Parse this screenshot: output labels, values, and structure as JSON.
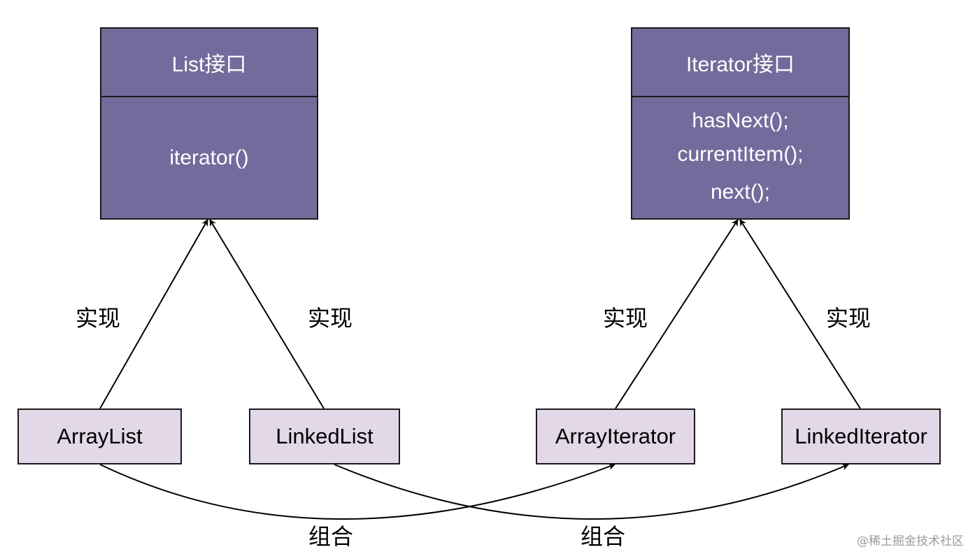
{
  "list_interface": {
    "title": "List接口",
    "methods": [
      "iterator()"
    ]
  },
  "iterator_interface": {
    "title": "Iterator接口",
    "methods": [
      "hasNext();",
      "currentItem();",
      "next();"
    ]
  },
  "classes": {
    "array_list": "ArrayList",
    "linked_list": "LinkedList",
    "array_iterator": "ArrayIterator",
    "linked_iterator": "LinkedIterator"
  },
  "relations": {
    "implements": "实现",
    "composition": "组合"
  },
  "watermark": "@稀土掘金技术社区",
  "colors": {
    "interface_fill": "#736b9b",
    "class_fill": "#e2d8e8",
    "stroke": "#1a1a1a"
  }
}
